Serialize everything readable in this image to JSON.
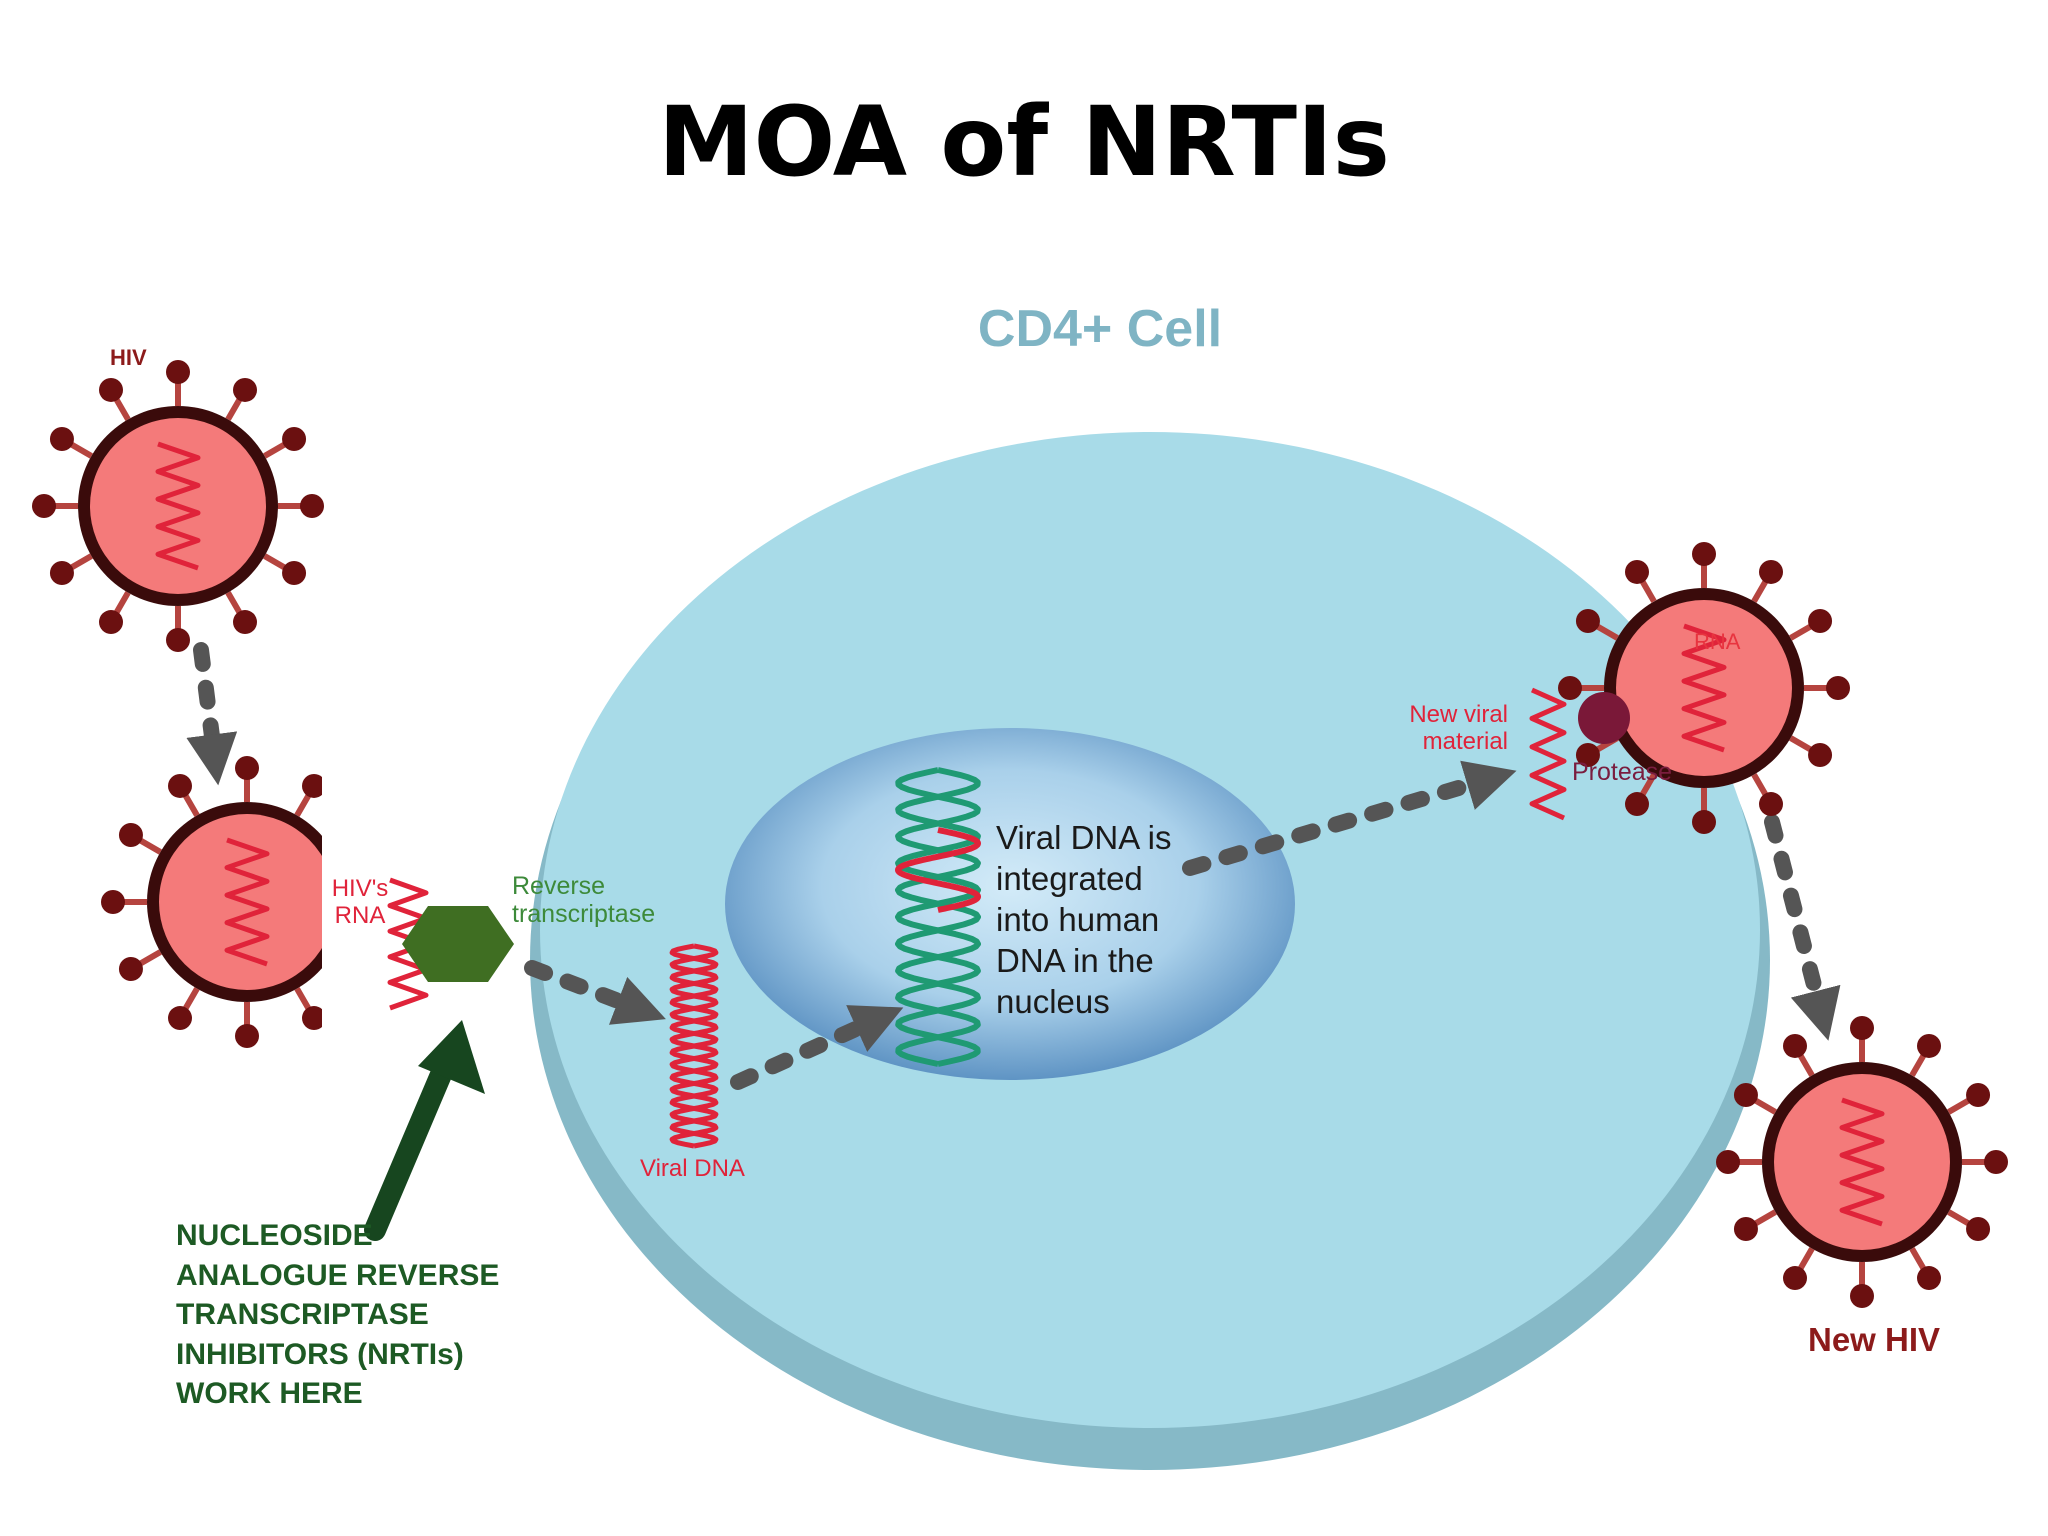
{
  "slide": {
    "title": "MOA of NRTIs"
  },
  "labels": {
    "cell": "CD4+ Cell",
    "hiv": "HIV",
    "hivs_rna": "HIV's\nRNA",
    "reverse_transcriptase": "Reverse\ntranscriptase",
    "viral_dna": "Viral DNA",
    "nucleus_text": "Viral DNA is\nintegrated\ninto human\nDNA in the\nnucleus",
    "new_viral_material": "New viral\nmaterial",
    "protease": "Protease",
    "rna": "RNA",
    "new_hiv": "New HIV",
    "nrti_note": "NUCLEOSIDE\nANALOGUE REVERSE\nTRANSCRIPTASE\nINHIBITORS (NRTIs)\nWORK HERE"
  },
  "colors": {
    "cell_fill": "#a8dbe8",
    "cell_shadow": "#86b9c7",
    "nucleus_center": "#cfe8f6",
    "nucleus_edge": "#5f94c4",
    "virus_body": "#f47a7a",
    "virus_ring": "#3a0b0b",
    "spike_stem": "#b5443f",
    "spike_knob": "#6b1010",
    "rna_strand": "#e0233a",
    "dna_strand": "#1f9a73",
    "enzyme": "#3f6e22",
    "protease": "#7a1838",
    "dashed_arrow": "#555555",
    "nrti_arrow": "#17461f"
  }
}
